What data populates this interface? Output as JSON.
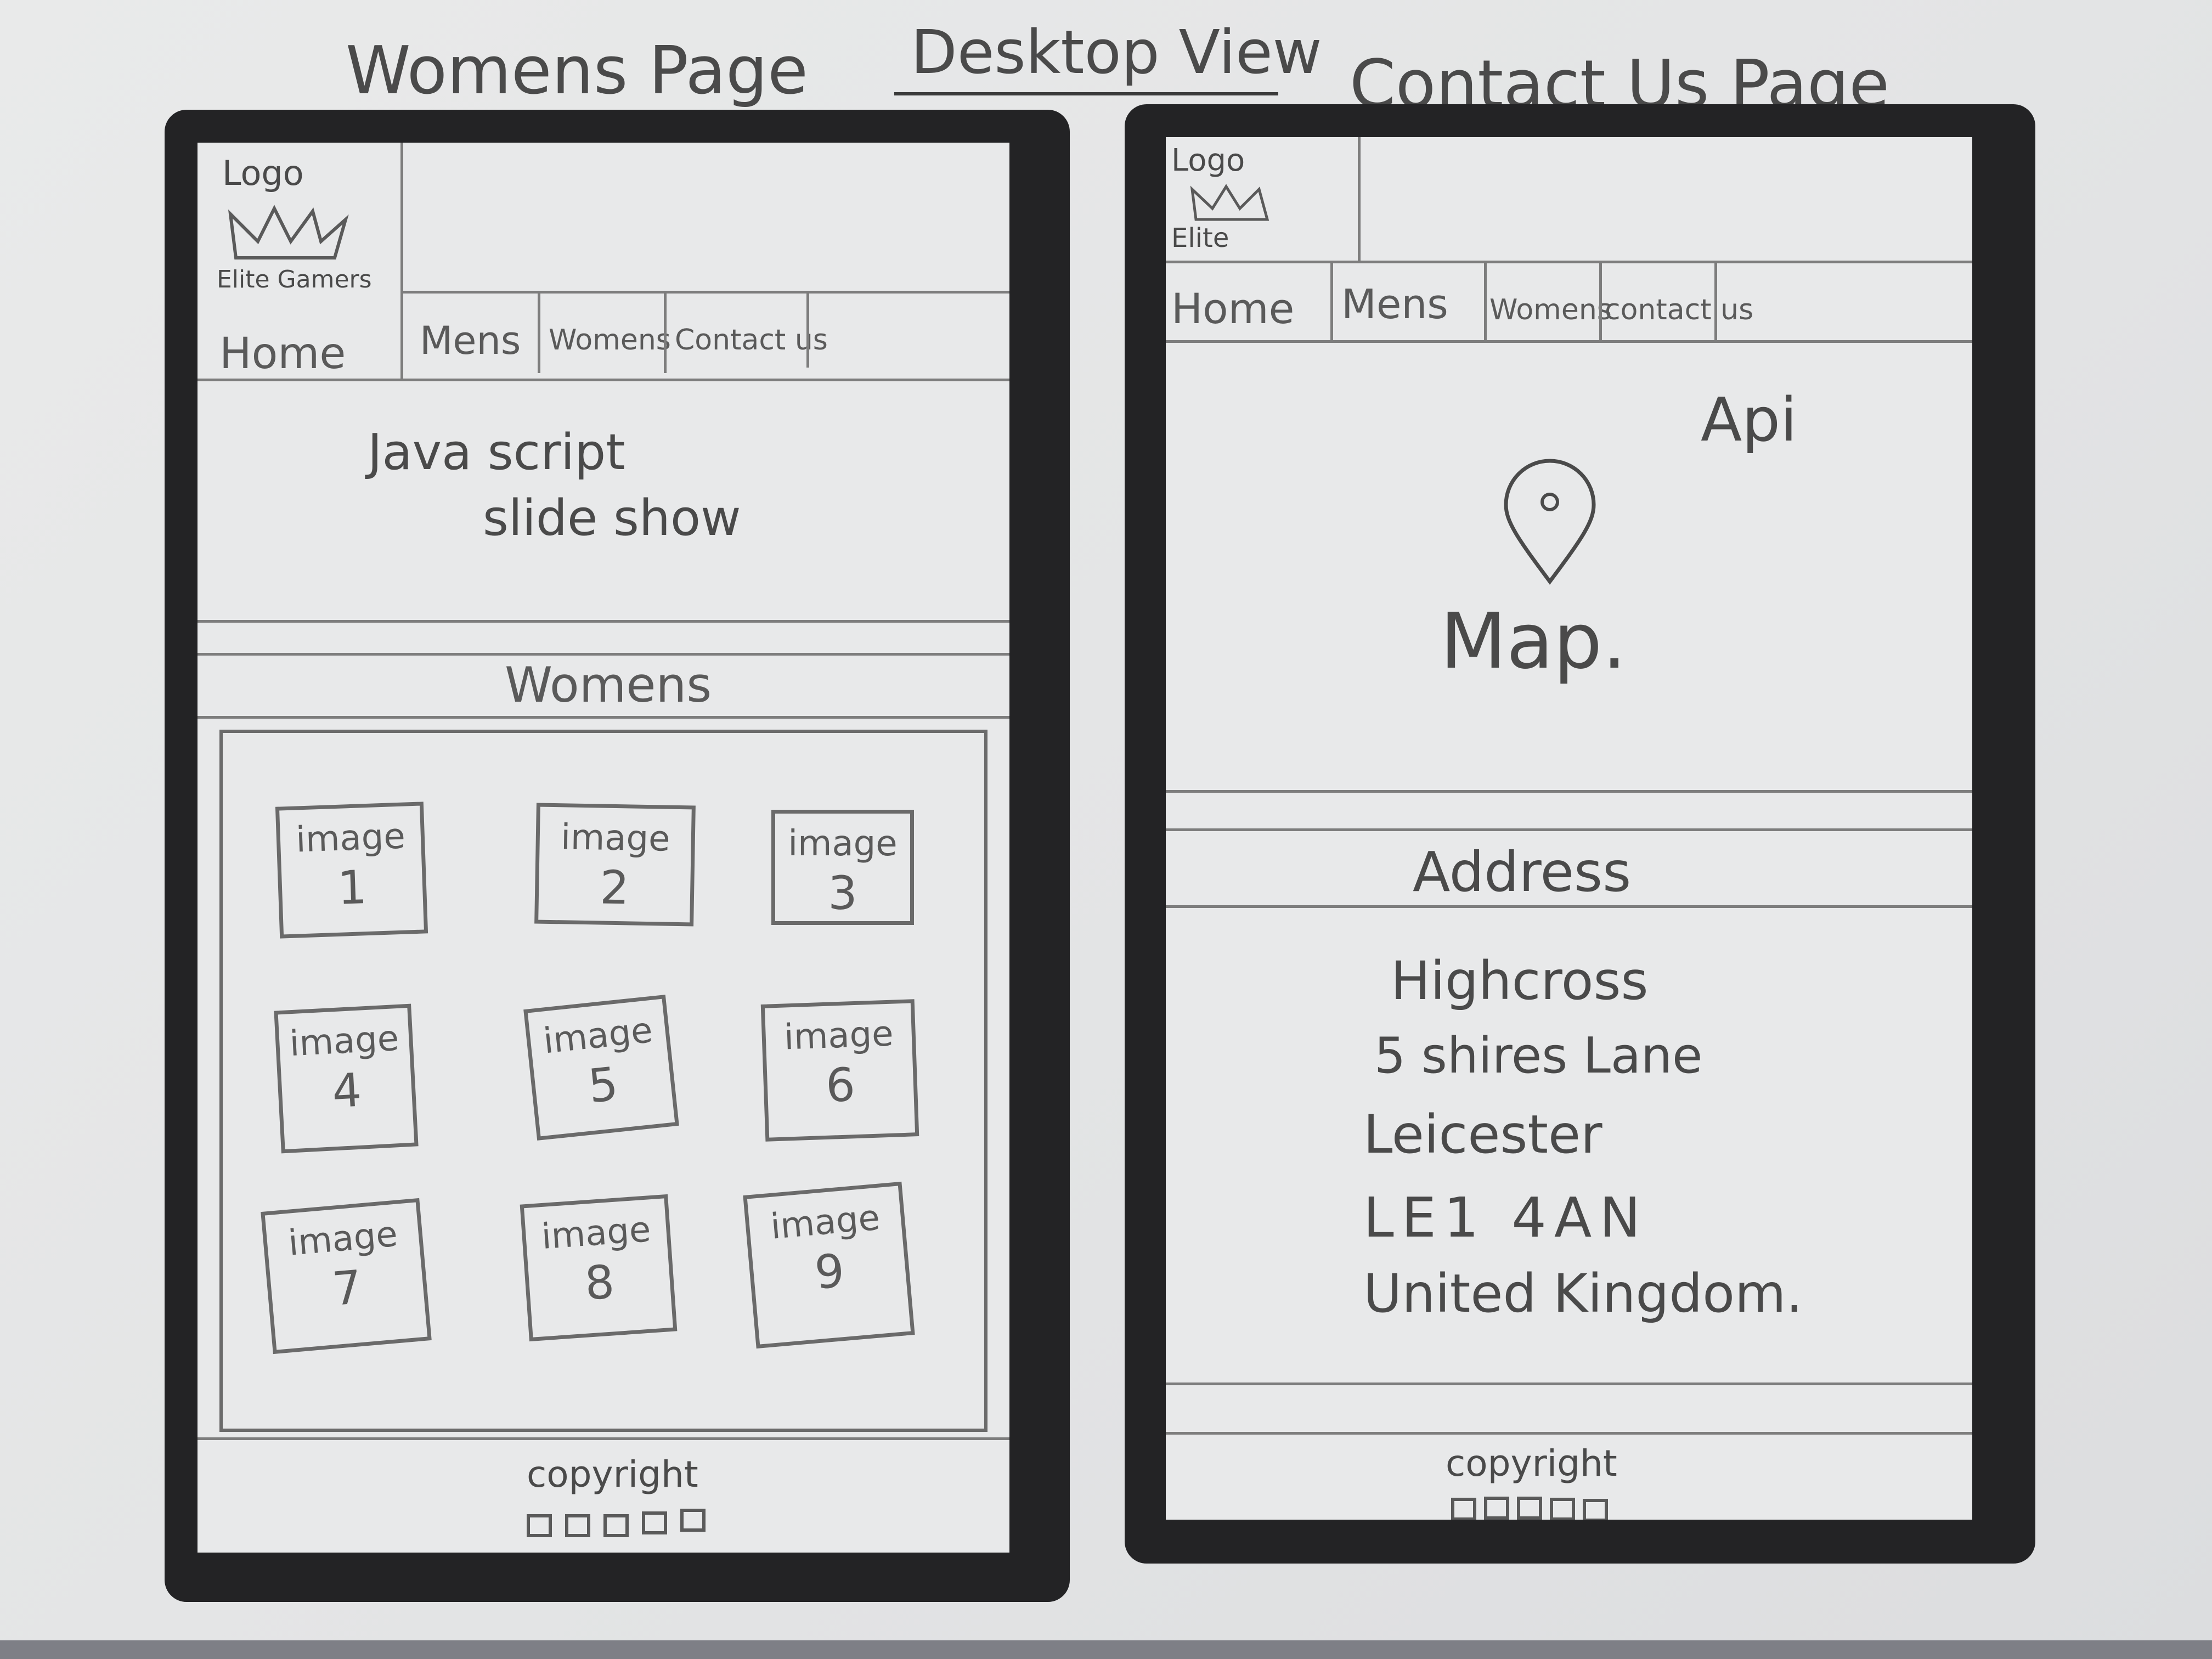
{
  "titles": {
    "left": "Womens Page",
    "center": "Desktop View",
    "right": "Contact Us Page"
  },
  "left_page": {
    "logo_label": "Logo",
    "brand_text": "Elite Gamers",
    "nav": [
      "Home",
      "Mens",
      "Womens",
      "Contact us"
    ],
    "slideshow_line1": "Java script",
    "slideshow_line2": "slide show",
    "section_heading": "Womens",
    "images": [
      {
        "label": "image",
        "number": "1"
      },
      {
        "label": "image",
        "number": "2"
      },
      {
        "label": "image",
        "number": "3"
      },
      {
        "label": "image",
        "number": "4"
      },
      {
        "label": "image",
        "number": "5"
      },
      {
        "label": "image",
        "number": "6"
      },
      {
        "label": "image",
        "number": "7"
      },
      {
        "label": "image",
        "number": "8"
      },
      {
        "label": "image",
        "number": "9"
      }
    ],
    "footer_text": "copyright",
    "social_icon_count": 5
  },
  "right_page": {
    "logo_label": "Logo",
    "brand_text": "Elite",
    "nav": [
      "Home",
      "Mens",
      "Womens",
      "contact us"
    ],
    "api_label": "Api",
    "map_label": "Map.",
    "map_icon": "map-pin-icon",
    "address_heading": "Address",
    "address_lines": [
      "Highcross",
      "5 shires Lane",
      "Leicester",
      "LE1 4AN",
      "United Kingdom."
    ],
    "footer_text": "copyright",
    "social_icon_count": 5
  }
}
